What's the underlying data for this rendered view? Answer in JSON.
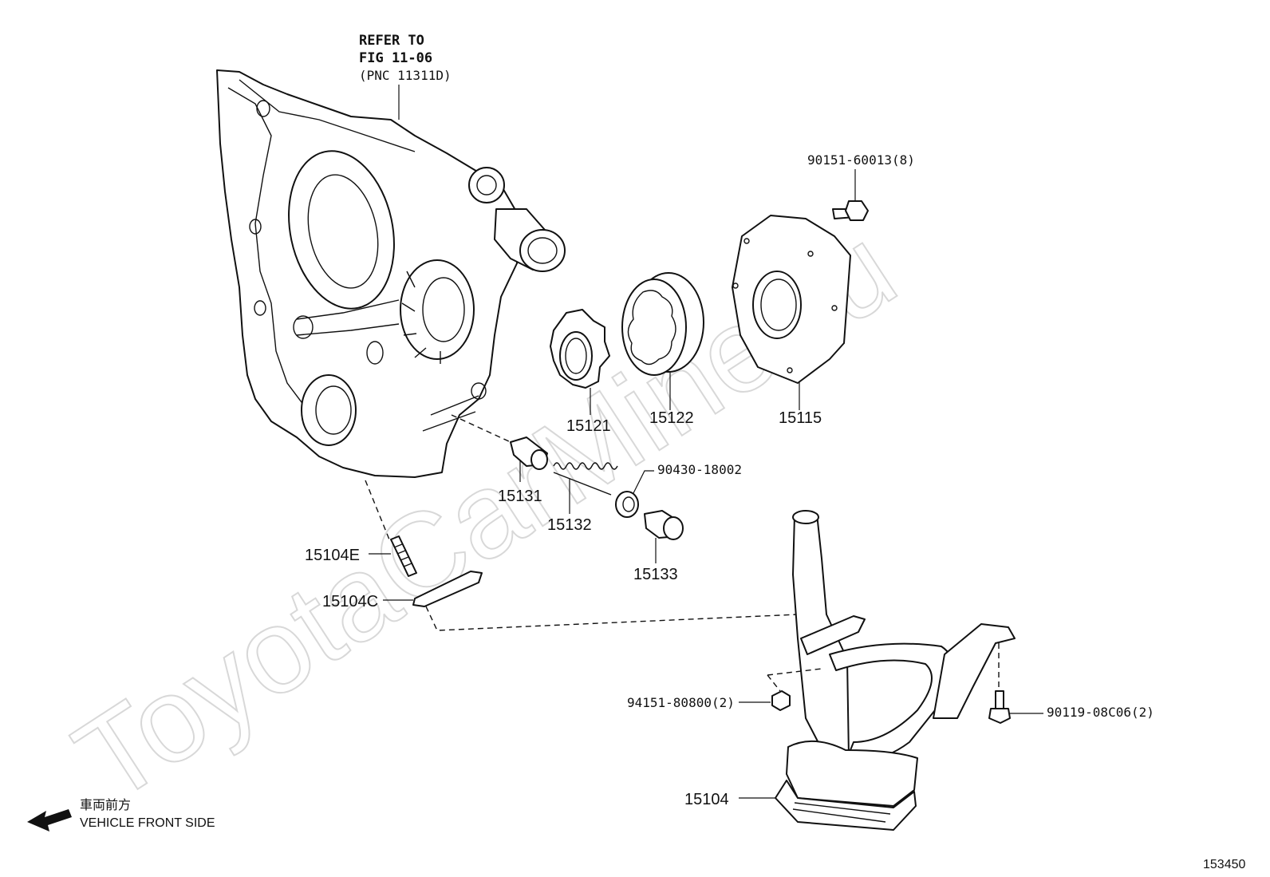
{
  "watermark": "ToyotaCarMine.ru",
  "reference_note": {
    "line1": "REFER TO",
    "line2": "FIG 11-06",
    "line3": "(PNC 11311D)"
  },
  "part_labels": {
    "p90151": "90151-60013(8)",
    "p15121": "15121",
    "p15122": "15122",
    "p15115": "15115",
    "p15131": "15131",
    "p15132": "15132",
    "p90430": "90430-18002",
    "p15133": "15133",
    "p15104E": "15104E",
    "p15104C": "15104C",
    "p94151": "94151-80800(2)",
    "p90119": "90119-08C06(2)",
    "p15104": "15104"
  },
  "direction": {
    "jp": "車両前方",
    "en": "VEHICLE FRONT SIDE",
    "icon": "arrow-left-icon"
  },
  "figure_number": "153450"
}
